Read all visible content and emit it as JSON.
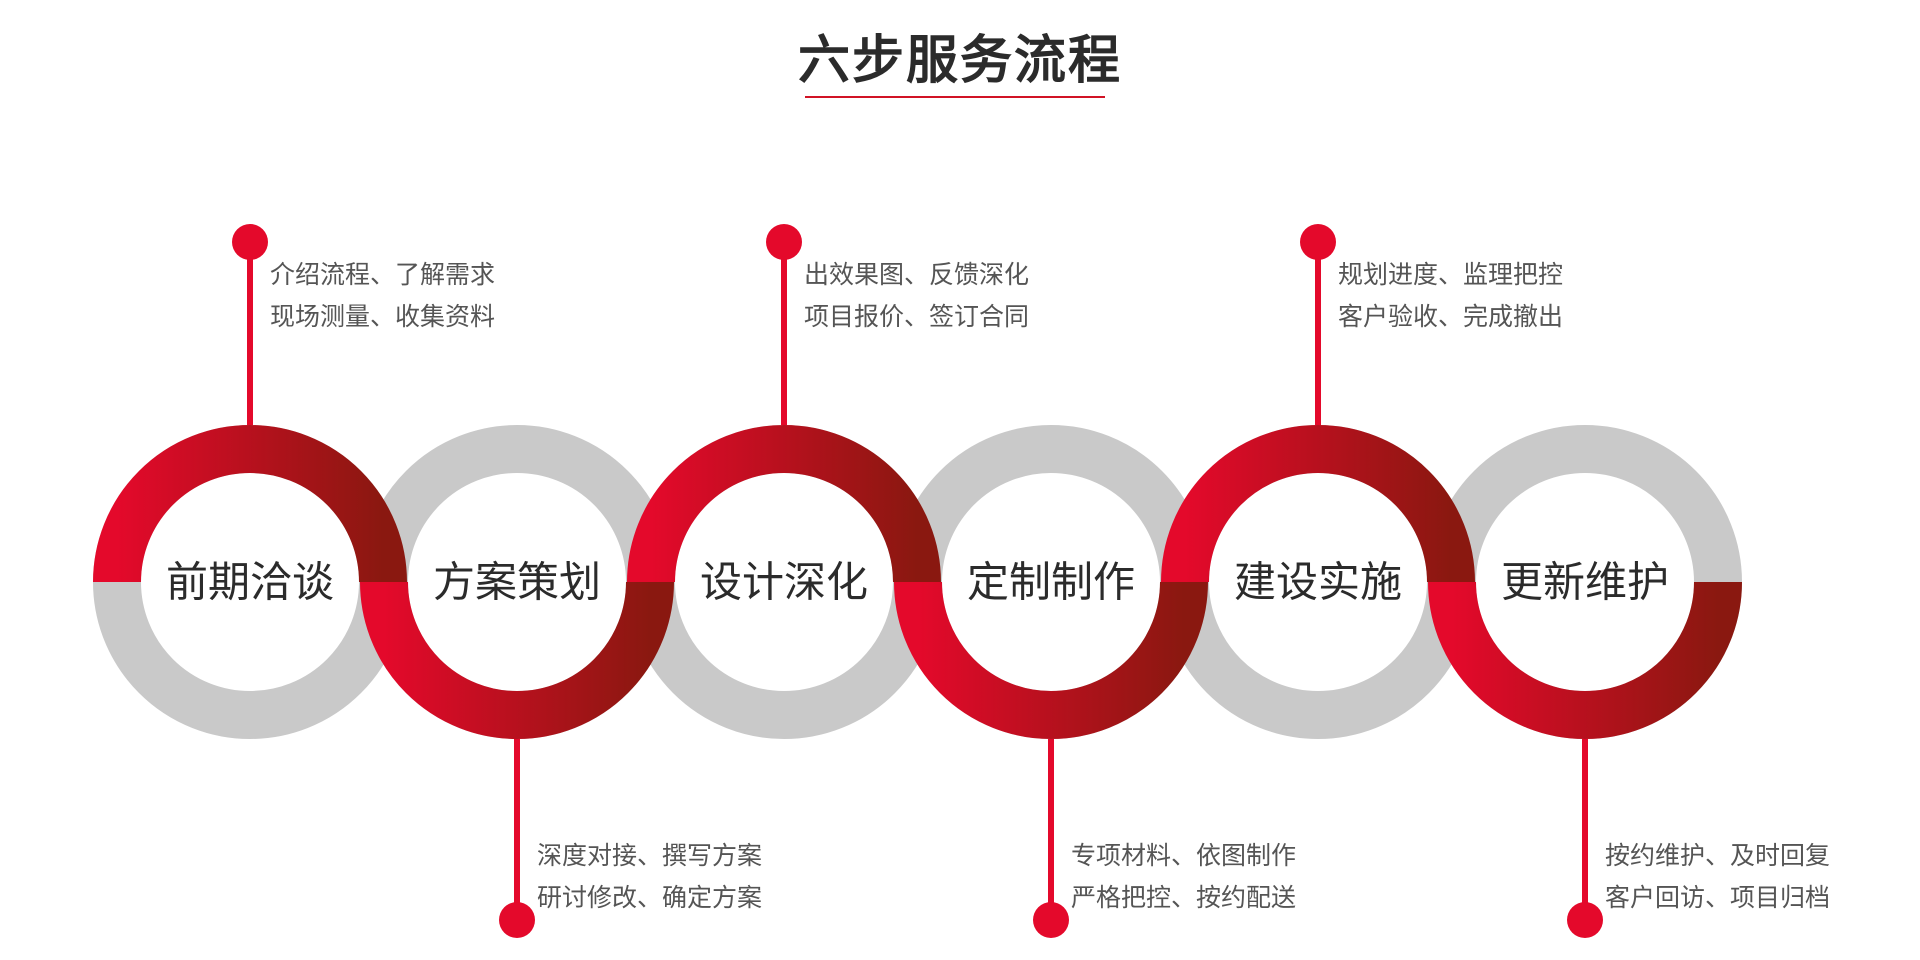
{
  "title": "六步服务流程",
  "colors": {
    "accent_light": "#e4092b",
    "accent_dark": "#8a1810",
    "ring_gray": "#c9c9c9",
    "text_dark": "#2b2b2b",
    "text_body": "#555555"
  },
  "steps": [
    {
      "label": "前期洽谈",
      "lines": [
        "介绍流程、了解需求",
        "现场测量、收集资料"
      ]
    },
    {
      "label": "方案策划",
      "lines": [
        "深度对接、撰写方案",
        "研讨修改、确定方案"
      ]
    },
    {
      "label": "设计深化",
      "lines": [
        "出效果图、反馈深化",
        "项目报价、签订合同"
      ]
    },
    {
      "label": "定制制作",
      "lines": [
        "专项材料、依图制作",
        "严格把控、按约配送"
      ]
    },
    {
      "label": "建设实施",
      "lines": [
        "规划进度、监理把控",
        "客户验收、完成撤出"
      ]
    },
    {
      "label": "更新维护",
      "lines": [
        "按约维护、及时回复",
        "客户回访、项目归档"
      ]
    }
  ]
}
